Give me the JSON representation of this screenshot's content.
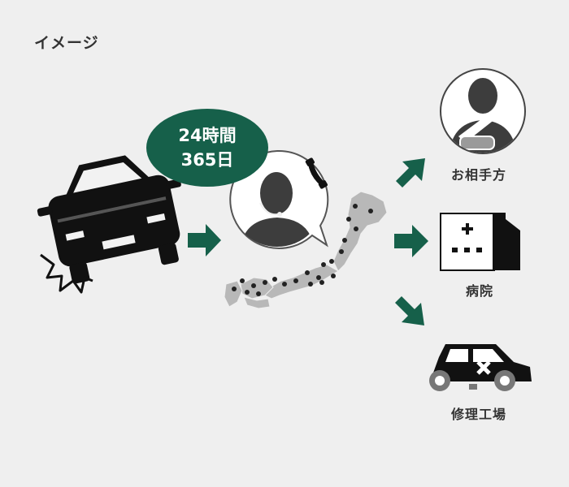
{
  "title": "イメージ",
  "badge": {
    "line1": "24時間",
    "line2": "365日"
  },
  "destinations": {
    "injured": "お相手方",
    "hospital": "病院",
    "repair": "修理工場"
  },
  "colors": {
    "accent": "#16604a",
    "background": "#efefef",
    "dark": "#1a1a1a",
    "map": "#b9b9b9"
  }
}
